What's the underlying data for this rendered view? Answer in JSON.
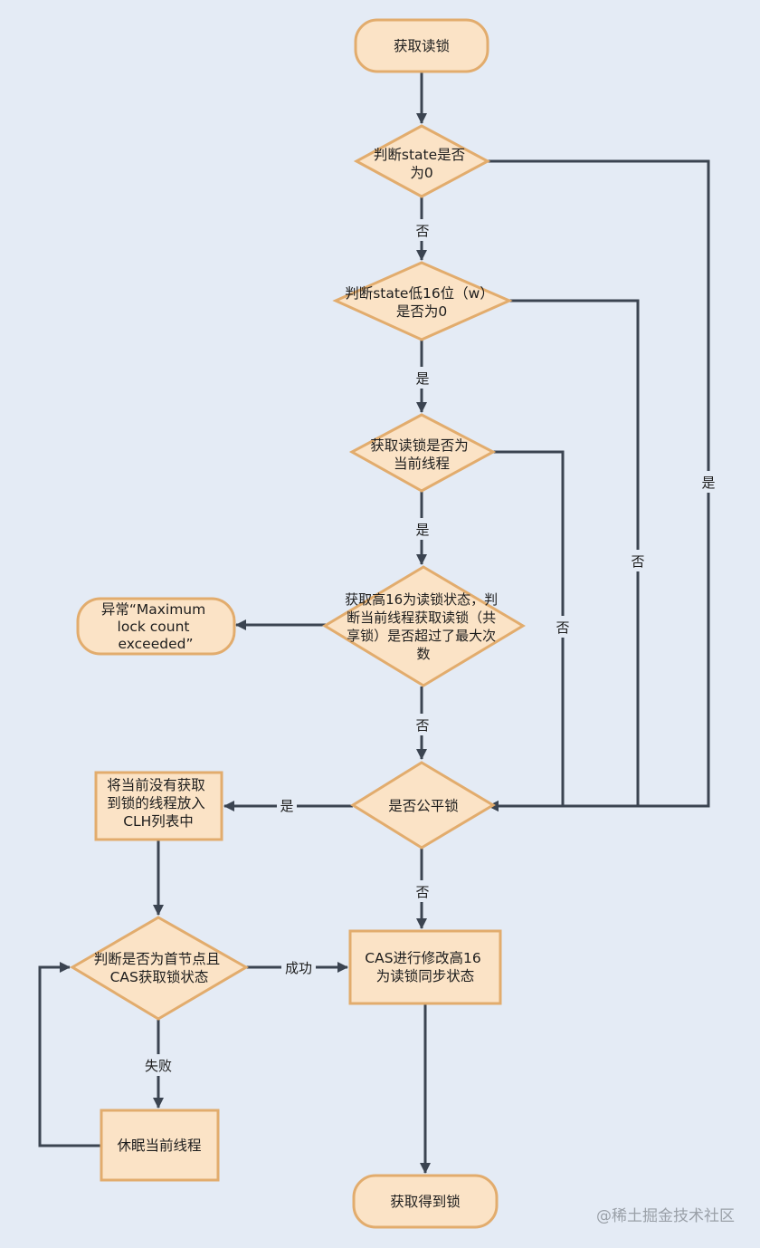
{
  "nodes": {
    "start": [
      "获取读锁"
    ],
    "d_state_zero": [
      "判断state是否",
      "为0"
    ],
    "d_low16": [
      "判断state低16位（w）",
      "是否为0"
    ],
    "d_current_thread": [
      "获取读锁是否为",
      "当前线程"
    ],
    "d_max_count": [
      "获取高16为读锁状态，判",
      "断当前线程获取读锁（共",
      "享锁）是否超过了最大次",
      "数"
    ],
    "exception": [
      "异常“Maximum",
      "lock count",
      "exceeded”"
    ],
    "d_fair": [
      "是否公平锁"
    ],
    "enqueue": [
      "将当前没有获取",
      "到锁的线程放入",
      "CLH列表中"
    ],
    "d_head_cas": [
      "判断是否为首节点且",
      "CAS获取锁状态"
    ],
    "cas_update": [
      "CAS进行修改高16",
      "为读锁同步状态"
    ],
    "sleep": [
      "休眠当前线程"
    ],
    "end": [
      "获取得到锁"
    ]
  },
  "edge_labels": {
    "state_zero_no": "否",
    "state_zero_yes": "是",
    "low16_yes": "是",
    "low16_no": "否",
    "current_yes": "是",
    "current_no": "否",
    "max_no": "否",
    "fair_yes": "是",
    "fair_no": "否",
    "head_success": "成功",
    "head_fail": "失败"
  },
  "watermark": "@稀土掘金技术社区"
}
